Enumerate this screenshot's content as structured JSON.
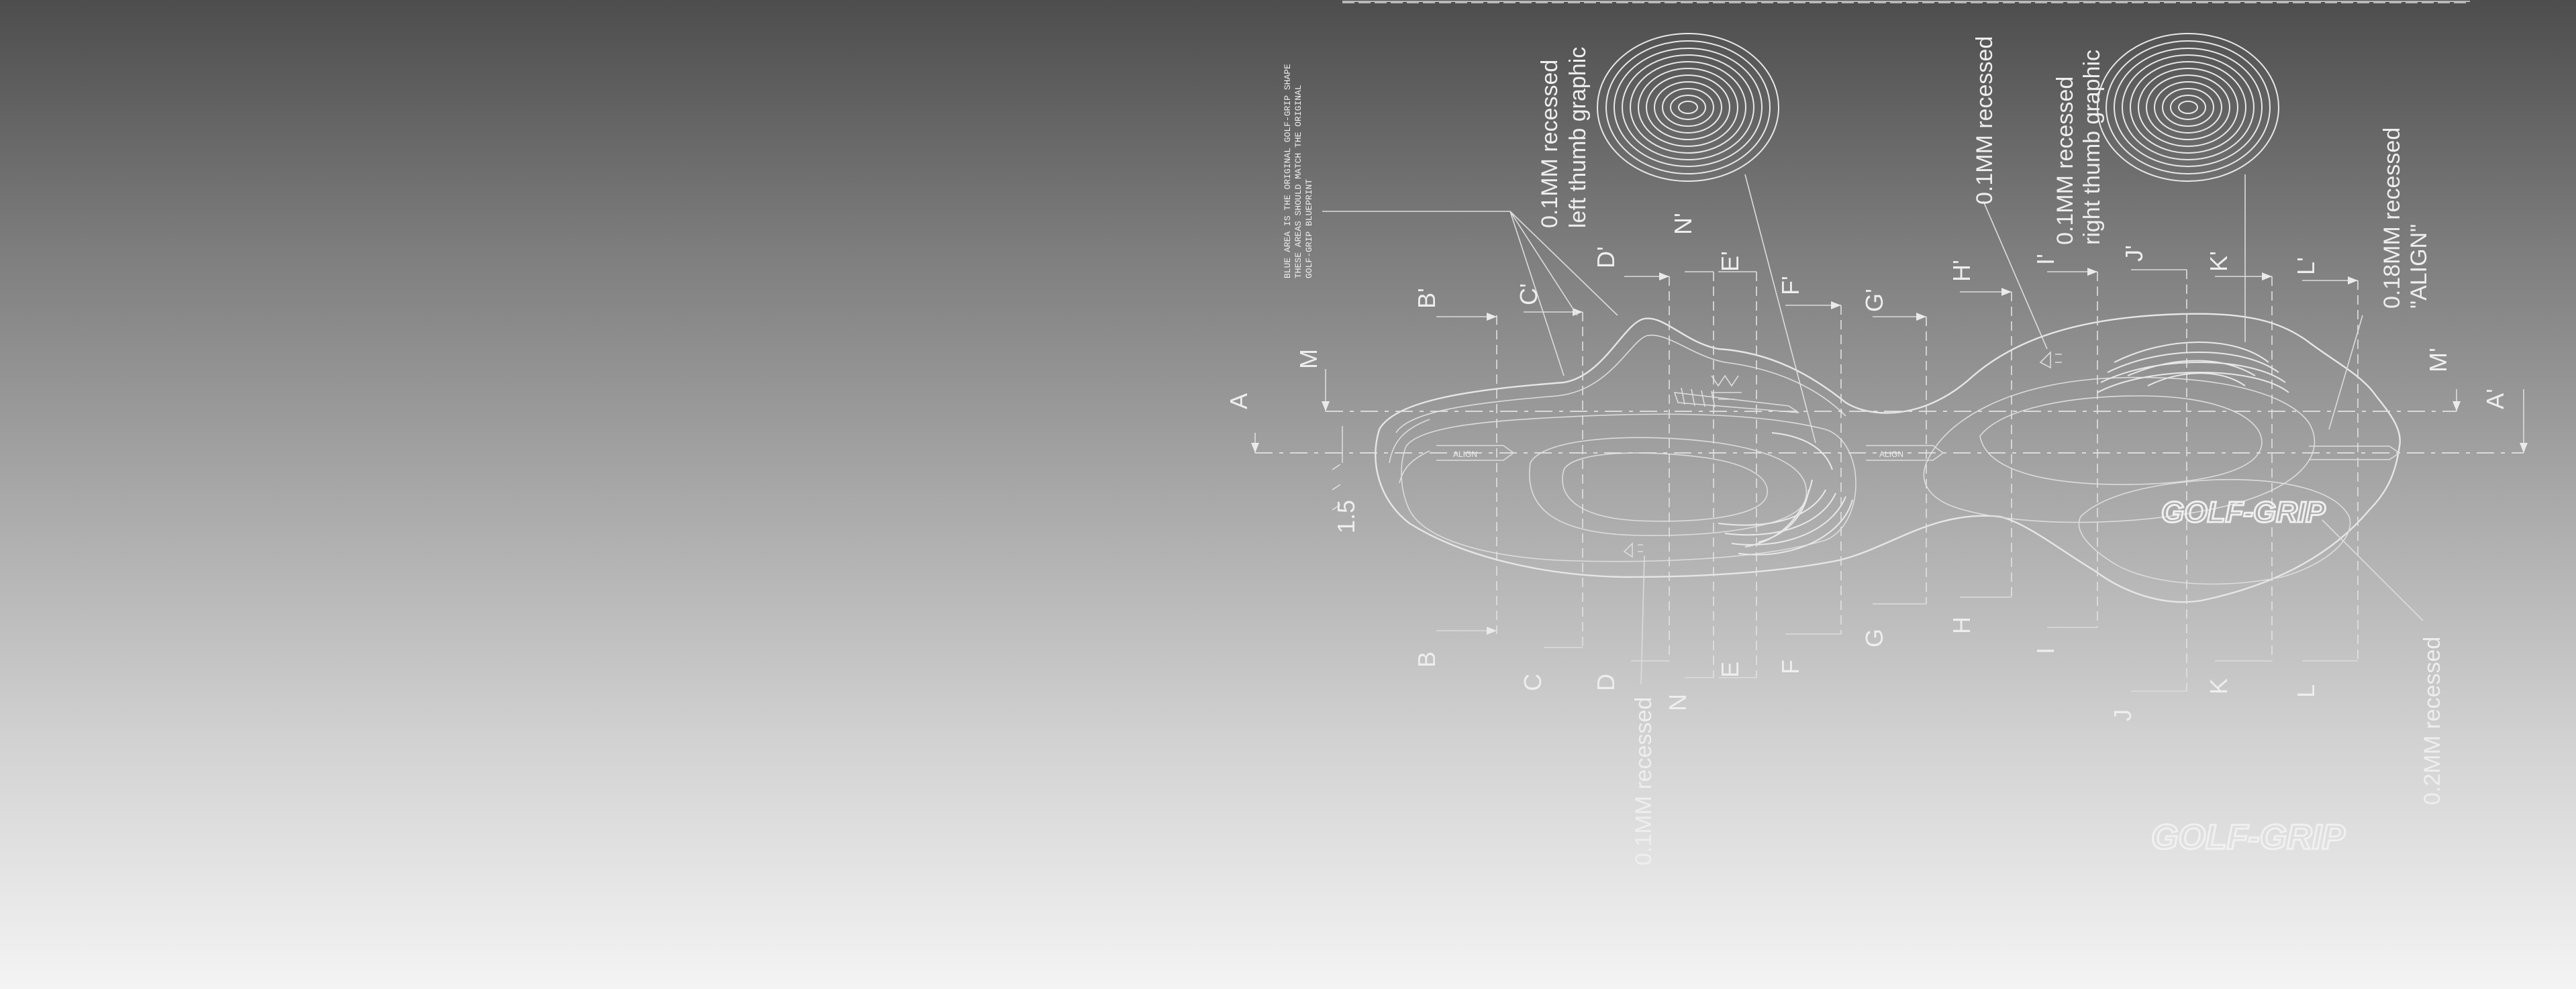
{
  "section_labels": {
    "A": "A",
    "A_prime": "A'",
    "M": "M",
    "M_prime": "M'",
    "B": "B",
    "B_prime": "B'",
    "C": "C",
    "C_prime": "C'",
    "D": "D",
    "D_prime": "D'",
    "N": "N",
    "N_prime": "N'",
    "E": "E",
    "E_prime": "E'",
    "F": "F",
    "F_prime": "F'",
    "G": "G",
    "G_prime": "G'",
    "H": "H",
    "H_prime": "H'",
    "I": "I",
    "I_prime": "I'",
    "J": "J",
    "J_prime": "J'",
    "K": "K",
    "K_prime": "K'",
    "L": "L",
    "L_prime": "L'"
  },
  "dimension": "1.5",
  "notes": {
    "left_thumb_1": "0.1MM recessed",
    "left_thumb_2": "left thumb graphic",
    "right_thumb_1": "0.1MM recessed",
    "right_thumb_2": "right thumb graphic",
    "recess_top": "0.1MM recessed",
    "recess_bottom": "0.1MM recessed",
    "recess_align_1": "0.18MM recessed",
    "recess_align_2": "\"ALIGN\"",
    "recess_logo": "0.2MM recessed",
    "blueprint_note_1": "BLUE AREA IS THE ORIGINAL GOLF-GRIP SHAPE",
    "blueprint_note_2": "THESE AREAS SHOULD MATCH THE ORIGINAL",
    "blueprint_note_3": "GOLF-GRIP BLUEPRINT"
  },
  "markings": {
    "align_left": "ALIGN",
    "align_center": "ALIGN",
    "logo_main": "GOLF-GRIP",
    "logo_ghost": "GOLF-GRIP"
  }
}
